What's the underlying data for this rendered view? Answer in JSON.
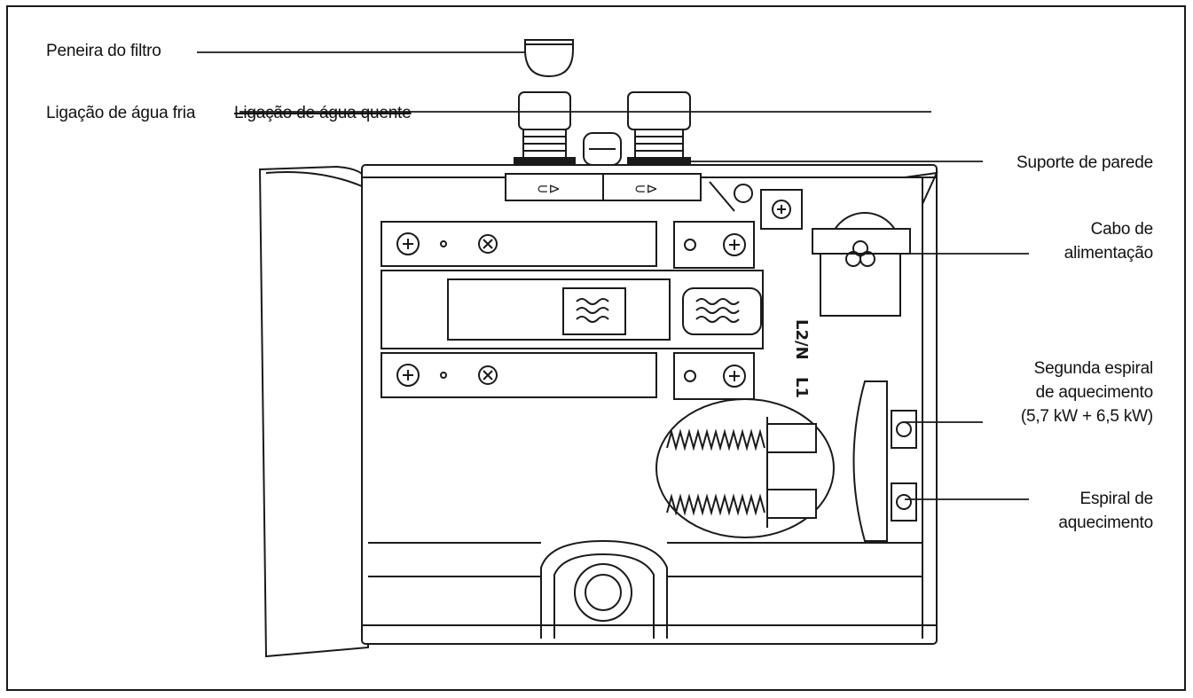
{
  "labels": {
    "filter_screen": "Peneira do filtro",
    "cold_water": "Ligação de água fria",
    "hot_water": "Ligação de água quente",
    "wall_bracket": "Suporte de parede",
    "power_cable": {
      "line1": "Cabo de",
      "line2": "alimentação"
    },
    "second_coil": {
      "line1": "Segunda espiral",
      "line2": "de aquecimento",
      "line3": "(5,7 kW + 6,5 kW)"
    },
    "heating_coil": {
      "line1": "Espiral de",
      "line2": "aquecimento"
    }
  },
  "terminal_labels": {
    "l2n": "L2/N",
    "l1": "L1"
  }
}
